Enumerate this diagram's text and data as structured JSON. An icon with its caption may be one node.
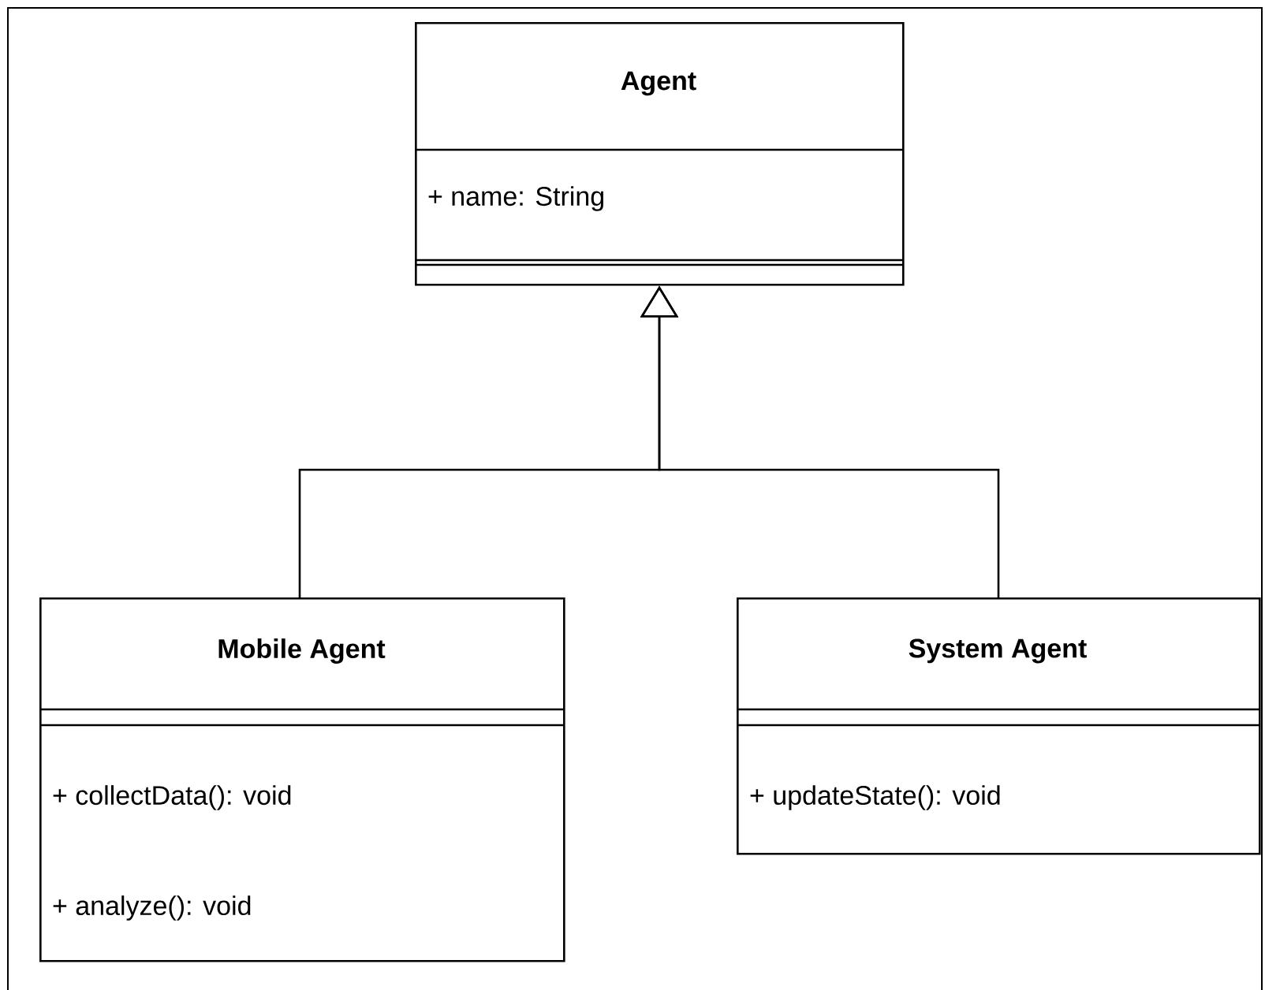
{
  "diagram": {
    "nodes": [
      {
        "text": [
          "Agent",
          "+ name: String"
        ]
      },
      {
        "text": [
          "Mobile Agent",
          "+ collectData(): void",
          "+ analyze(): void"
        ]
      },
      {
        "text": [
          "System Agent",
          "+ updateState(): void"
        ]
      }
    ],
    "edges": [
      {
        "from": 1,
        "to": 0,
        "arrow": "to"
      },
      {
        "from": 2,
        "to": 0,
        "arrow": "to"
      }
    ]
  }
}
